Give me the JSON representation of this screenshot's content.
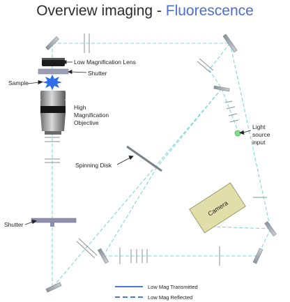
{
  "title": {
    "main": "Overview imaging - ",
    "accent": "Fluorescence"
  },
  "labels": {
    "low_mag_lens": "Low Magnification Lens",
    "shutter_top": "Shutter",
    "sample": "Sample",
    "high_mag_line1": "High",
    "high_mag_line2": "Magnification",
    "high_mag_line3": "Objective",
    "light_line1": "Light",
    "light_line2": "source",
    "light_line3": "input",
    "spinning_disk": "Spinning Disk",
    "camera": "Camera",
    "shutter_bottom": "Shutter"
  },
  "legend": {
    "transmitted": "Low Mag Transmitted",
    "reflected": "Low Mag Reflected"
  },
  "colors": {
    "beam": "#7fd6d6",
    "accent": "#4a6fd1",
    "legend_line": "#4a78d8",
    "camera_fill": "#e0dfaa",
    "optic": "#9aa0a6",
    "light_source": "#7ee08a"
  }
}
